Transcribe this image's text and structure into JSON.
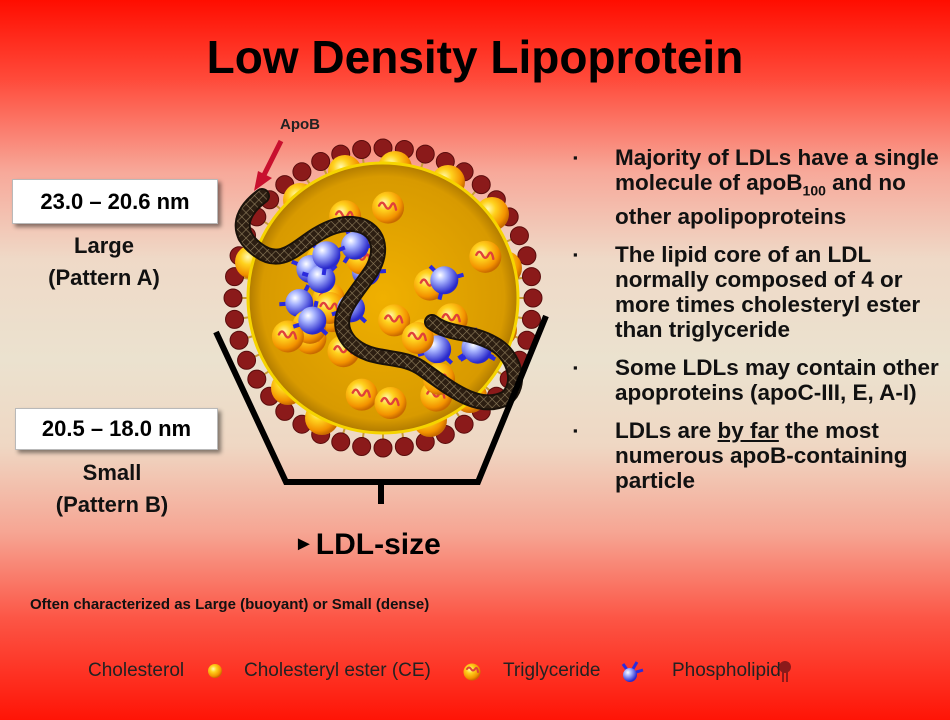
{
  "title": "Low Density Lipoprotein",
  "apob_label": "ApoB",
  "sizes": [
    {
      "range": "23.0 – 20.6 nm",
      "line1": "Large",
      "line2": "(Pattern A)"
    },
    {
      "range": "20.5 – 18.0 nm",
      "line1": "Small",
      "line2": "(Pattern B)"
    }
  ],
  "bullets": [
    {
      "before": "Majority of LDLs have a single molecule of apoB",
      "sub": "100",
      "after": " and no other apolipoproteins"
    },
    {
      "text": "The lipid core of an LDL normally composed of  4 or more times cholesteryl ester than triglyceride"
    },
    {
      "text": "Some LDLs may contain other apoproteins  (apoC-III, E, A-I)"
    },
    {
      "before": "LDLs are ",
      "underline": "by far",
      "after": " the most numerous apoB-containing particle"
    }
  ],
  "ldl_size_label": "LDL-size",
  "footnote": "Often characterized as Large (buoyant) or Small (dense)",
  "legend": [
    "Cholesterol",
    "Cholesteryl ester (CE)",
    "Triglyceride",
    "Phospholipid"
  ],
  "colors": {
    "title": "#000000",
    "arrow": "#c8102e",
    "phospholipid": "#8b1a1a",
    "cholesterol": "#f5a800",
    "triglyceride": "#2b2bdd",
    "apob": "#3a2a1c"
  }
}
